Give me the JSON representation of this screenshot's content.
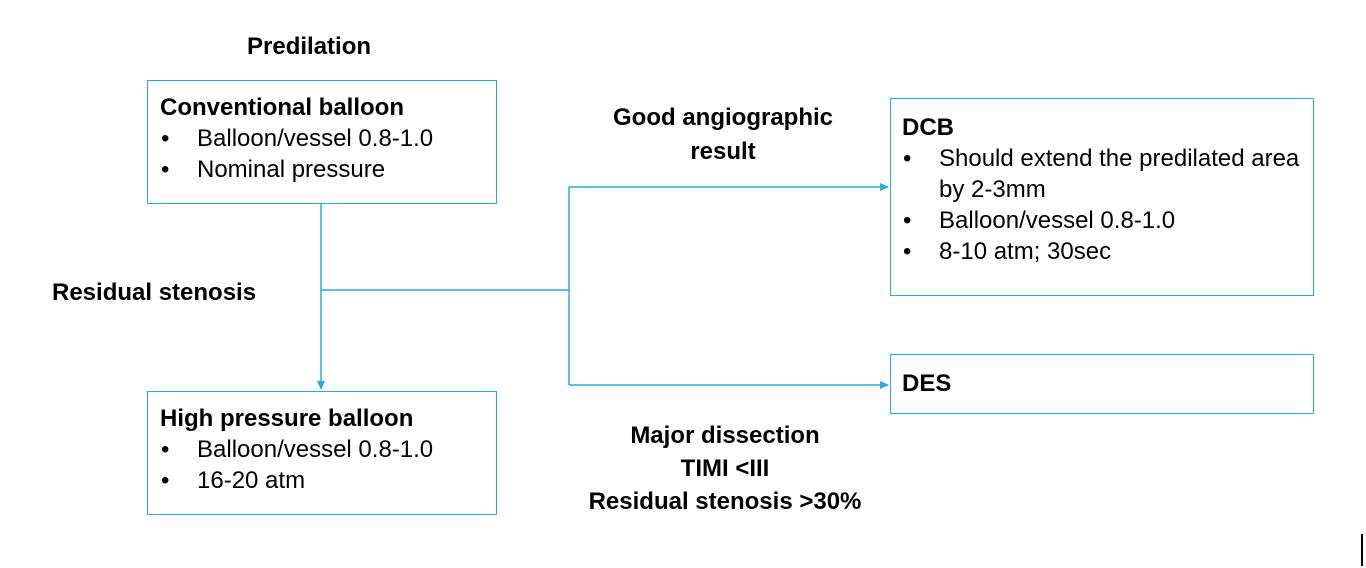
{
  "title": "Predilation",
  "nodes": {
    "conventional_balloon": {
      "title": "Conventional balloon",
      "items": [
        "Balloon/vessel 0.8-1.0",
        "Nominal pressure"
      ]
    },
    "high_pressure_balloon": {
      "title": "High pressure balloon",
      "items": [
        "Balloon/vessel 0.8-1.0",
        "16-20 atm"
      ]
    },
    "dcb": {
      "title": "DCB",
      "items": [
        "Should extend the predilated area by 2-3mm",
        "Balloon/vessel 0.8-1.0",
        "8-10 atm; 30sec"
      ]
    },
    "des": {
      "title": "DES"
    }
  },
  "edge_labels": {
    "residual_stenosis": "Residual stenosis",
    "good_result": "Good angiographic result",
    "complication_lines": [
      "Major dissection",
      "TIMI <III",
      "Residual stenosis >30%"
    ]
  },
  "bullet_glyph": "•",
  "colors": {
    "connector": "#29abe2",
    "box_border": "#29abe2",
    "text": "#000000"
  }
}
